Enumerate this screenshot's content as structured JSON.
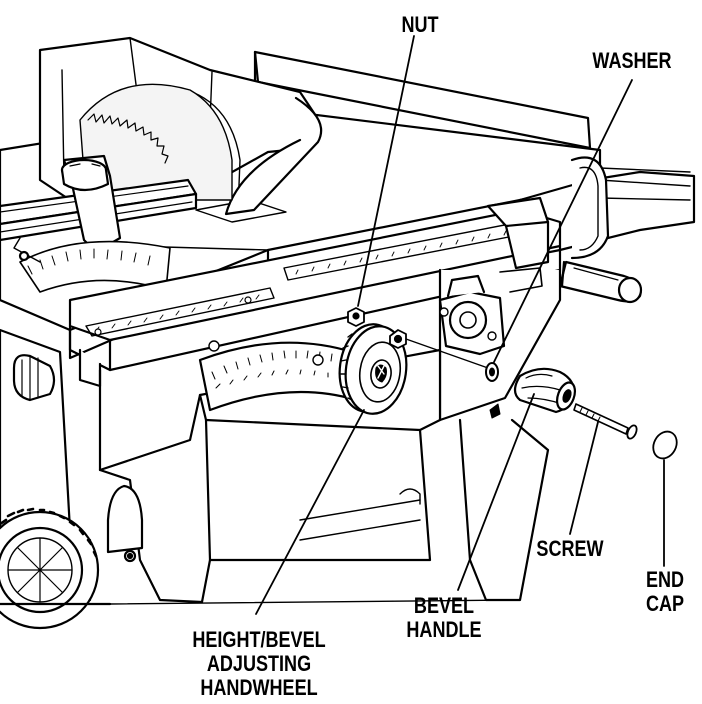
{
  "labels": {
    "nut": "NUT",
    "washer": "WASHER",
    "screw": "SCREW",
    "end_cap": [
      "END",
      "CAP"
    ],
    "bevel_handle": [
      "BEVEL",
      "HANDLE"
    ],
    "handwheel": [
      "HEIGHT/BEVEL",
      "ADJUSTING",
      "HANDWHEEL"
    ]
  },
  "colors": {
    "ink": "#000000",
    "paper": "#ffffff",
    "shade": "#e8e8e8"
  }
}
